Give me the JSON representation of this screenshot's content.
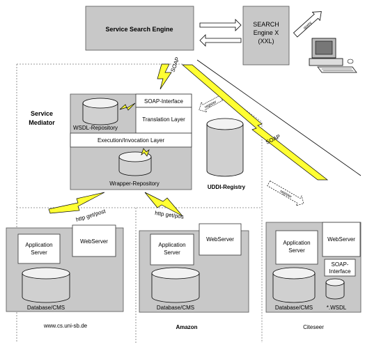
{
  "top": {
    "search_engine": "Service Search Engine",
    "search_x_line1": "SEARCH",
    "search_x_line2": "Engine X",
    "search_x_line3": "(XXL)",
    "query_arrow": "query"
  },
  "mediator": {
    "title_line1": "Service",
    "title_line2": "Mediator",
    "soap_interface": "SOAP-Interface",
    "translation_layer": "Translation Layer",
    "wsdl_repository": "WSDL-Repository",
    "execution_layer": "Execution/Invocation Layer",
    "wrapper_repository": "Wrapper-Repository",
    "uddi_registry": "UDDI-Registry",
    "register_arrow_upper": "register",
    "register_arrow_lower": "register"
  },
  "protocols": {
    "soap_top": "SOAP",
    "soap_right": "SOAP",
    "http_left": "http get/post",
    "http_mid": "http get/pos"
  },
  "sites": [
    {
      "name": "www.cs.uni-sb.de",
      "app_line1": "Application",
      "app_line2": "Server",
      "webserver": "WebServer",
      "db": "Database/CMS"
    },
    {
      "name": "Amazon",
      "app_line1": "Application",
      "app_line2": "Server",
      "webserver": "WebServer",
      "db": "Database/CMS"
    },
    {
      "name": "Citeseer",
      "app_line1": "Application",
      "app_line2": "Server",
      "webserver": "WebServer",
      "db": "Database/CMS",
      "soap_iface_line1": "SOAP-",
      "soap_iface_line2": "Interface",
      "wsdl": "*.WSDL"
    }
  ],
  "colors": {
    "box_gray": "#c8c8c8",
    "bolt_yellow": "#ffff33"
  }
}
